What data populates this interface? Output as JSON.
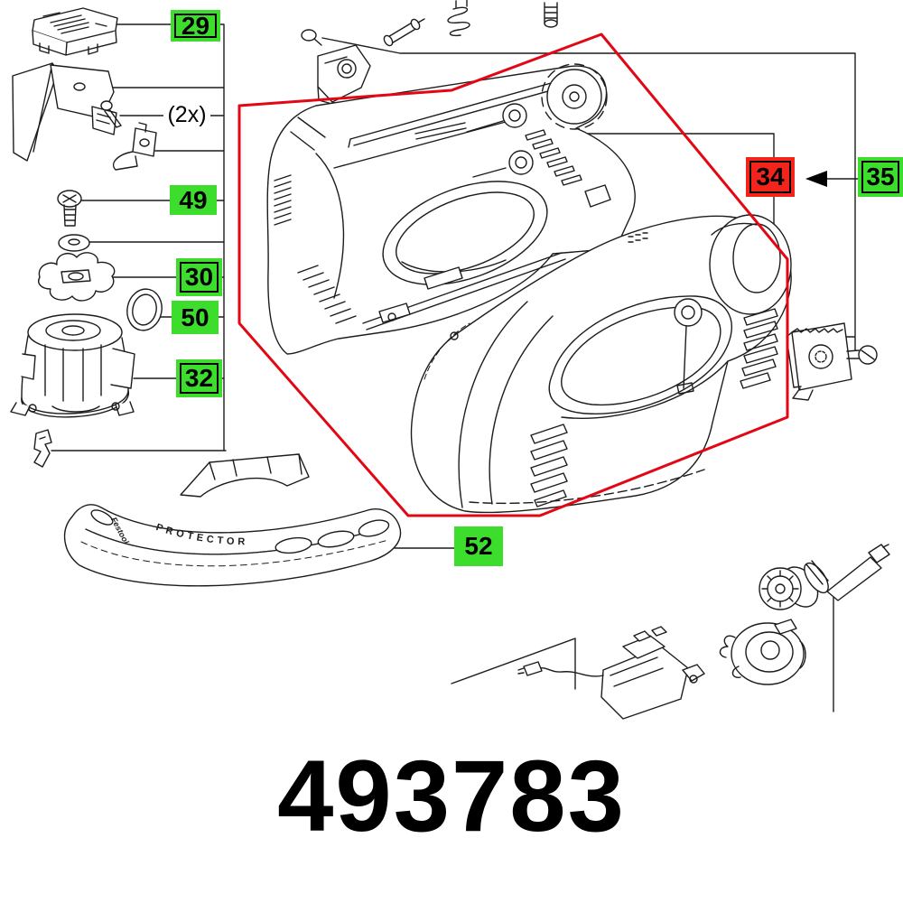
{
  "diagram": {
    "part_number": "493783",
    "quantity_note": "(2x)",
    "callouts": {
      "c29": {
        "label": "29",
        "style": "green-bordered"
      },
      "c49": {
        "label": "49",
        "style": "green"
      },
      "c30": {
        "label": "30",
        "style": "green-bordered"
      },
      "c50": {
        "label": "50",
        "style": "green"
      },
      "c32": {
        "label": "32",
        "style": "green-bordered"
      },
      "c34": {
        "label": "34",
        "style": "red-bordered"
      },
      "c35": {
        "label": "35",
        "style": "green-bordered"
      },
      "c52": {
        "label": "52",
        "style": "green"
      }
    },
    "part_markings": {
      "brand": "Festool",
      "name": "PROTECTOR"
    },
    "colors": {
      "callout_green": "#3ddd2e",
      "callout_red": "#f2241c",
      "selection_outline_red": "#e30613",
      "line_black": "#1c1c1c"
    }
  }
}
